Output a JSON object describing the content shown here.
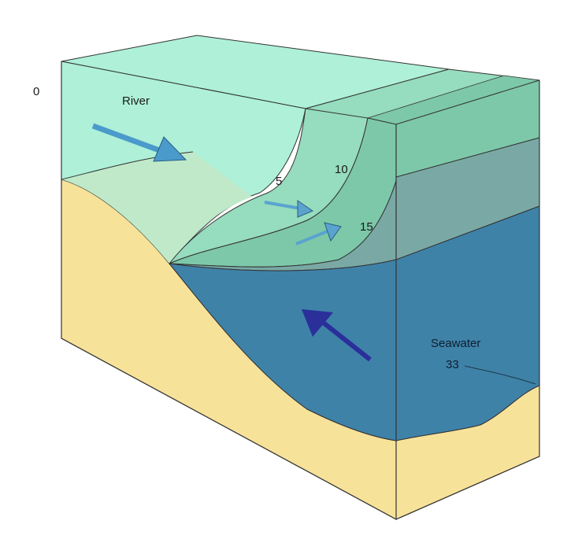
{
  "diagram": {
    "title": "Salt-wedge estuary block diagram",
    "labels": {
      "surface_zero": "0",
      "river": "River",
      "isohaline_5": "5",
      "isohaline_10": "10",
      "isohaline_15": "15",
      "seawater": "Seawater",
      "isohaline_33": "33"
    },
    "colors": {
      "river_water": "#aef0d8",
      "brackish_light": "#bfe9c9",
      "isohaline_5_10": "#96dcbe",
      "isohaline_10_15": "#7dc8a9",
      "isohaline_15_33": "#7aa9a5",
      "seawater": "#3f82a8",
      "sediment": "#f7e29a",
      "river_arrow": "#4a9acb",
      "mixing_arrow": "#5aa3cf",
      "seawater_arrow": "#2a2f9a",
      "outline": "#333333"
    },
    "arrows": [
      {
        "name": "river-inflow",
        "direction": "downstream"
      },
      {
        "name": "mixing-arrow-1",
        "direction": "seaward"
      },
      {
        "name": "mixing-arrow-2",
        "direction": "seaward"
      },
      {
        "name": "seawater-inflow",
        "direction": "landward"
      }
    ]
  }
}
